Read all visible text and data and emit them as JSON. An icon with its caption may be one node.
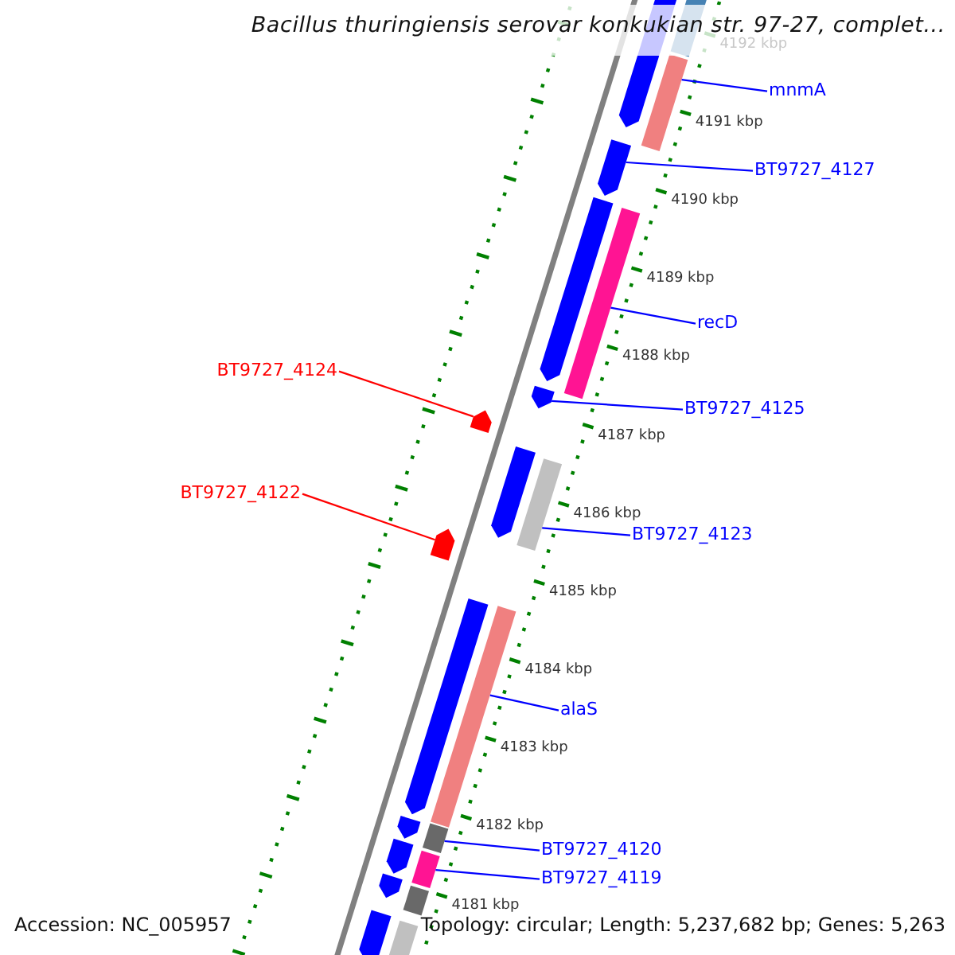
{
  "diagram": {
    "title": "Bacillus thuringiensis serovar konkukian str. 97-27, complet...",
    "nodes": [
      {
        "text": [
          "mnmA"
        ]
      },
      {
        "text": [
          "BT9727_4127"
        ]
      },
      {
        "text": [
          "recD"
        ]
      },
      {
        "text": [
          "BT9727_4124"
        ]
      },
      {
        "text": [
          "BT9727_4125"
        ]
      },
      {
        "text": [
          "BT9727_4122"
        ]
      },
      {
        "text": [
          "BT9727_4123"
        ]
      },
      {
        "text": [
          "alaS"
        ]
      },
      {
        "text": [
          "BT9727_4120"
        ]
      },
      {
        "text": [
          "BT9727_4119"
        ]
      },
      {
        "text": [],
        "shape": "arrow"
      },
      {
        "text": [],
        "shape": "bar"
      },
      {
        "text": [],
        "shape": "bar"
      },
      {
        "text": [],
        "shape": "arrow"
      },
      {
        "text": [],
        "shape": "arrow"
      },
      {
        "text": [],
        "shape": "bar"
      },
      {
        "text": [],
        "shape": "arrow"
      },
      {
        "text": [],
        "shape": "arrow"
      },
      {
        "text": [],
        "shape": "arrow"
      },
      {
        "text": [],
        "shape": "bar"
      },
      {
        "text": [],
        "shape": "arrow"
      },
      {
        "text": [],
        "shape": "arrow"
      },
      {
        "text": [],
        "shape": "bar"
      },
      {
        "text": [],
        "shape": "arrow"
      },
      {
        "text": [],
        "shape": "bar"
      },
      {
        "text": [],
        "shape": "arrow"
      },
      {
        "text": [],
        "shape": "bar"
      },
      {
        "text": [],
        "shape": "arrow"
      },
      {
        "text": [],
        "shape": "bar"
      },
      {
        "text": [],
        "shape": "arrow"
      },
      {
        "text": [],
        "shape": "bar"
      }
    ],
    "edges": [
      {
        "from": 0,
        "to": 12,
        "arrow": "none"
      },
      {
        "from": 1,
        "to": 13,
        "arrow": "none"
      },
      {
        "from": 2,
        "to": 15,
        "arrow": "none"
      },
      {
        "from": 3,
        "to": 17,
        "arrow": "none",
        "color": "#ff0000"
      },
      {
        "from": 4,
        "to": 16,
        "arrow": "none"
      },
      {
        "from": 5,
        "to": 20,
        "arrow": "none",
        "color": "#ff0000"
      },
      {
        "from": 6,
        "to": 19,
        "arrow": "none"
      },
      {
        "from": 7,
        "to": 22,
        "arrow": "none"
      },
      {
        "from": 8,
        "to": 24,
        "arrow": "none"
      },
      {
        "from": 9,
        "to": 26,
        "arrow": "none"
      }
    ],
    "labels": [
      "4192 kbp",
      "4191 kbp",
      "4190 kbp",
      "4189 kbp",
      "4188 kbp",
      "4187 kbp",
      "4186 kbp",
      "4185 kbp",
      "4184 kbp",
      "4183 kbp",
      "4182 kbp",
      "4181 kbp",
      "Accession: NC_005957",
      "Topology: circular; Length: 5,237,682 bp; Genes: 5,263"
    ]
  }
}
